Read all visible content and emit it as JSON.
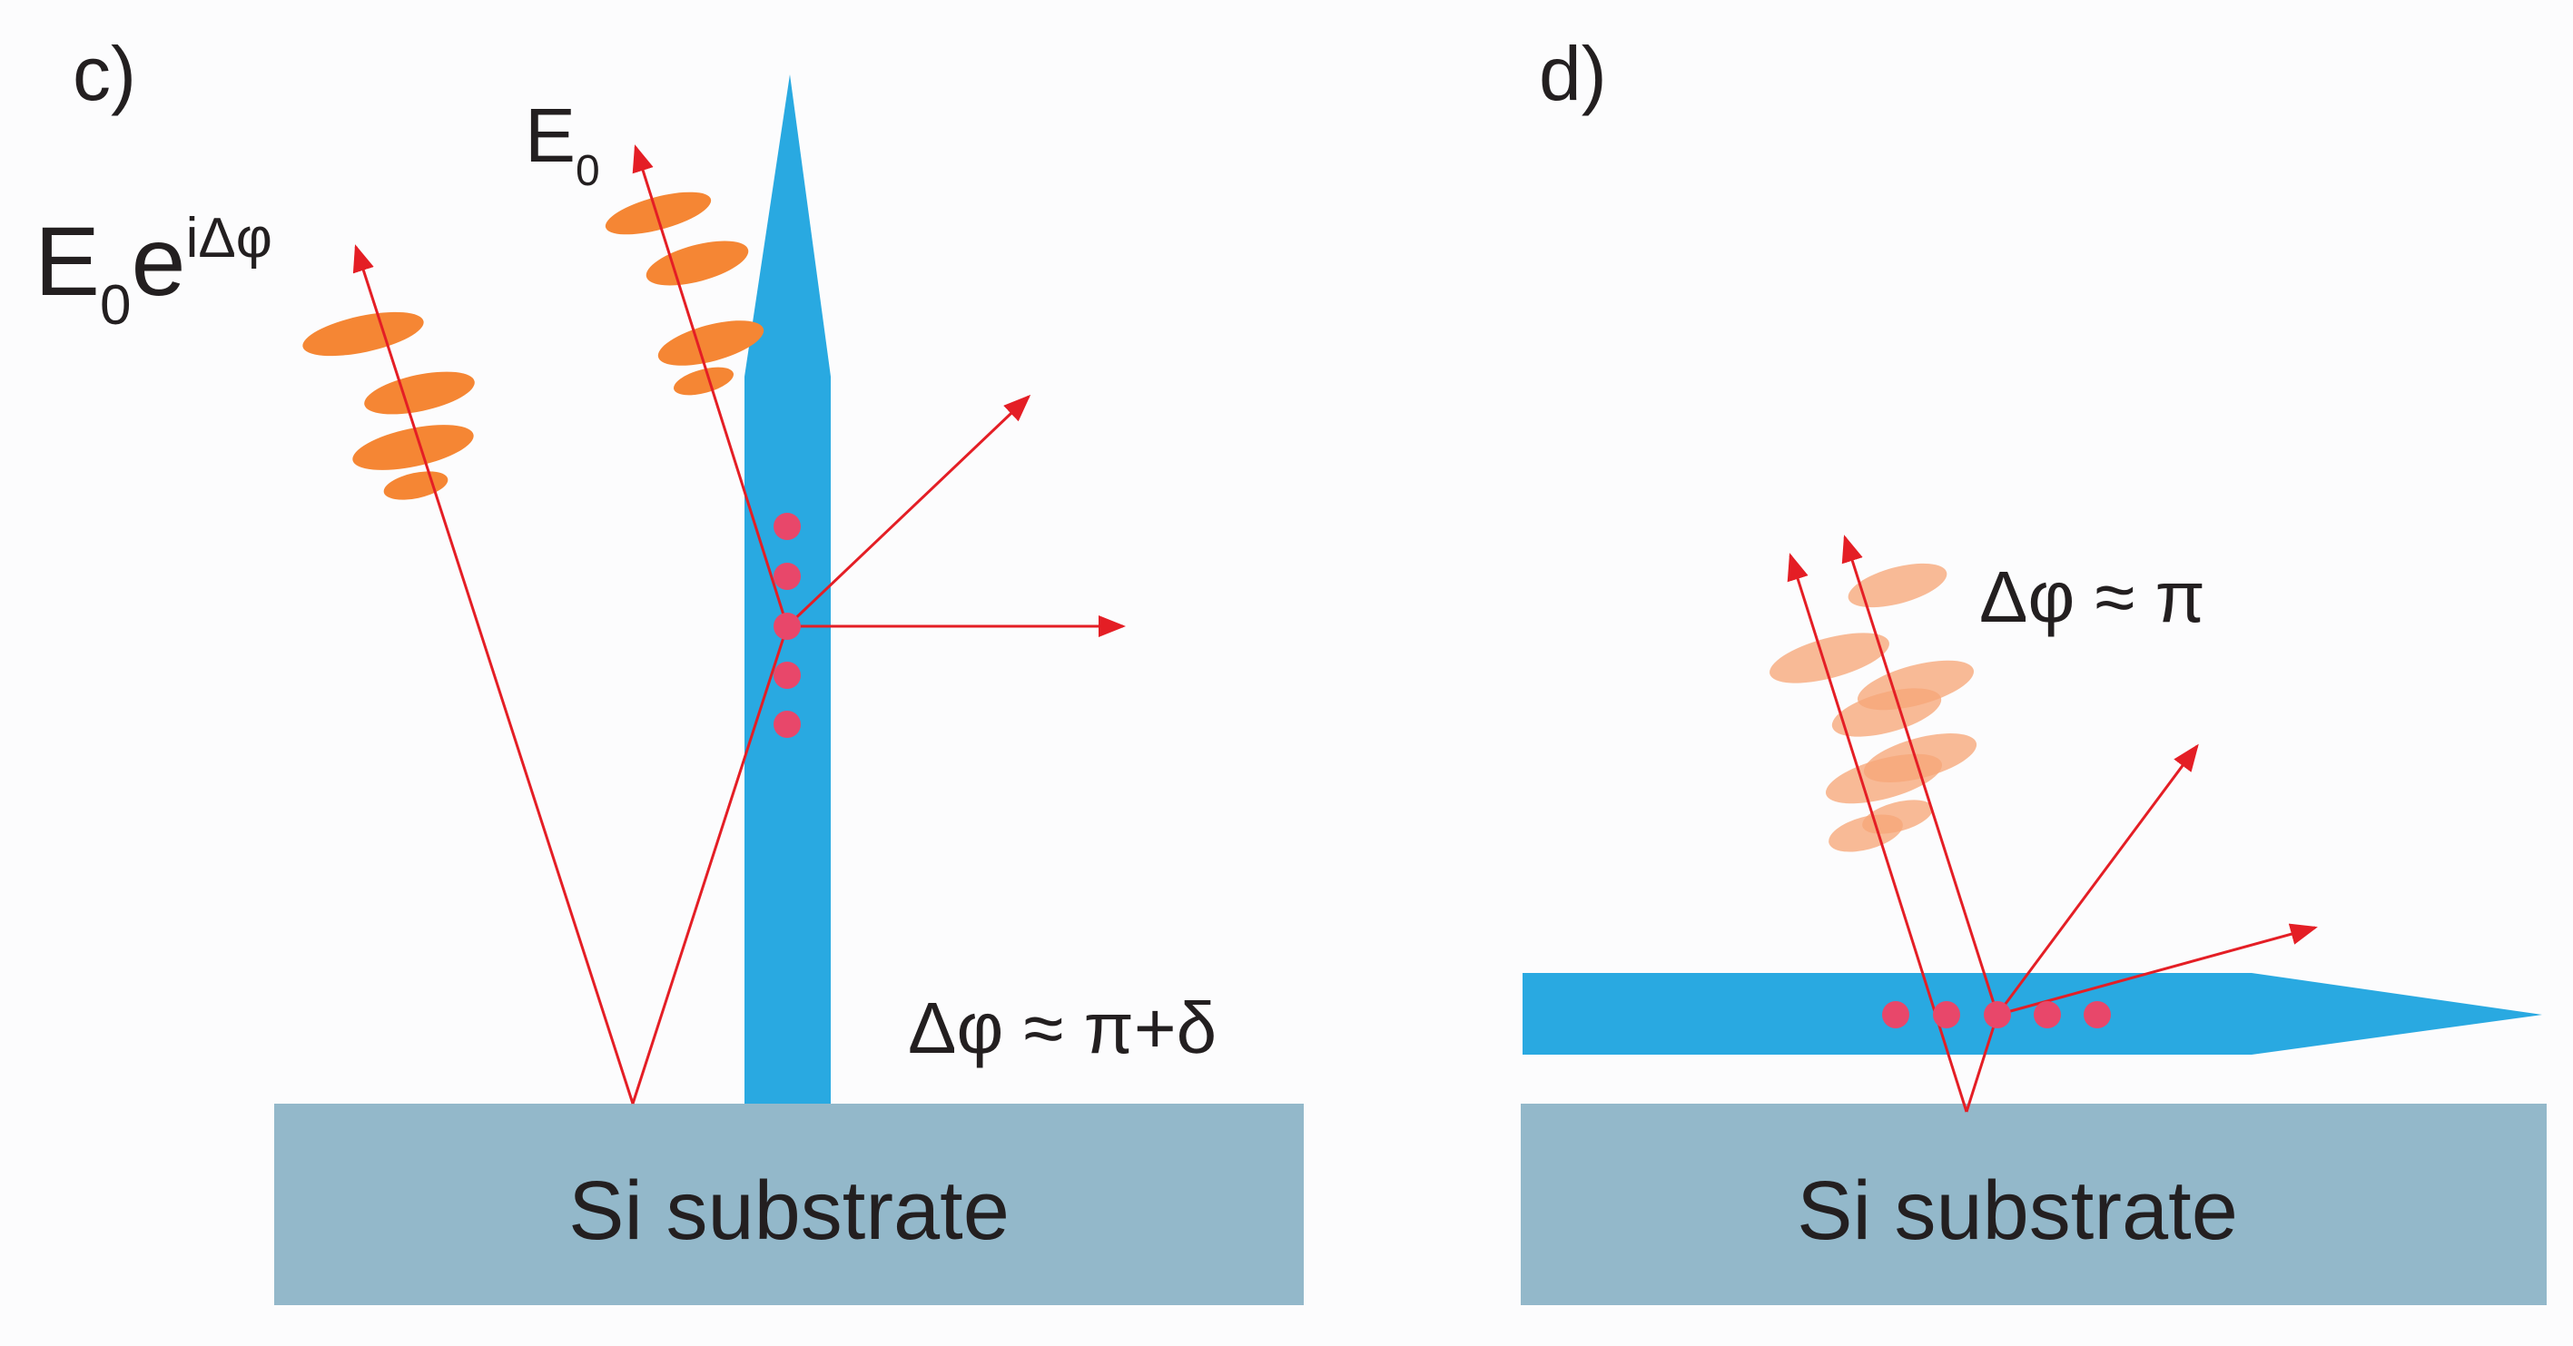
{
  "panels": [
    {
      "id": "c",
      "label": "c)",
      "field_label_main": "E",
      "field_label_sub": "0",
      "phase_field_main": "E",
      "phase_field_sub": "0",
      "phase_field_base": "e",
      "phase_field_sup": "iΔφ",
      "phase_text": "Δφ ≈ π+δ",
      "substrate_label": "Si substrate"
    },
    {
      "id": "d",
      "label": "d)",
      "phase_text": "Δφ ≈ π",
      "substrate_label": "Si substrate"
    }
  ],
  "colors": {
    "background": "#fcfcfd",
    "tip": "#29a9e1",
    "substrate": "#93b8ca",
    "beam": "#e41e25",
    "wave_packet": "#f58634",
    "wave_packet_light": "#f6a679",
    "dipole": "#e8476a",
    "text": "#231f20"
  }
}
